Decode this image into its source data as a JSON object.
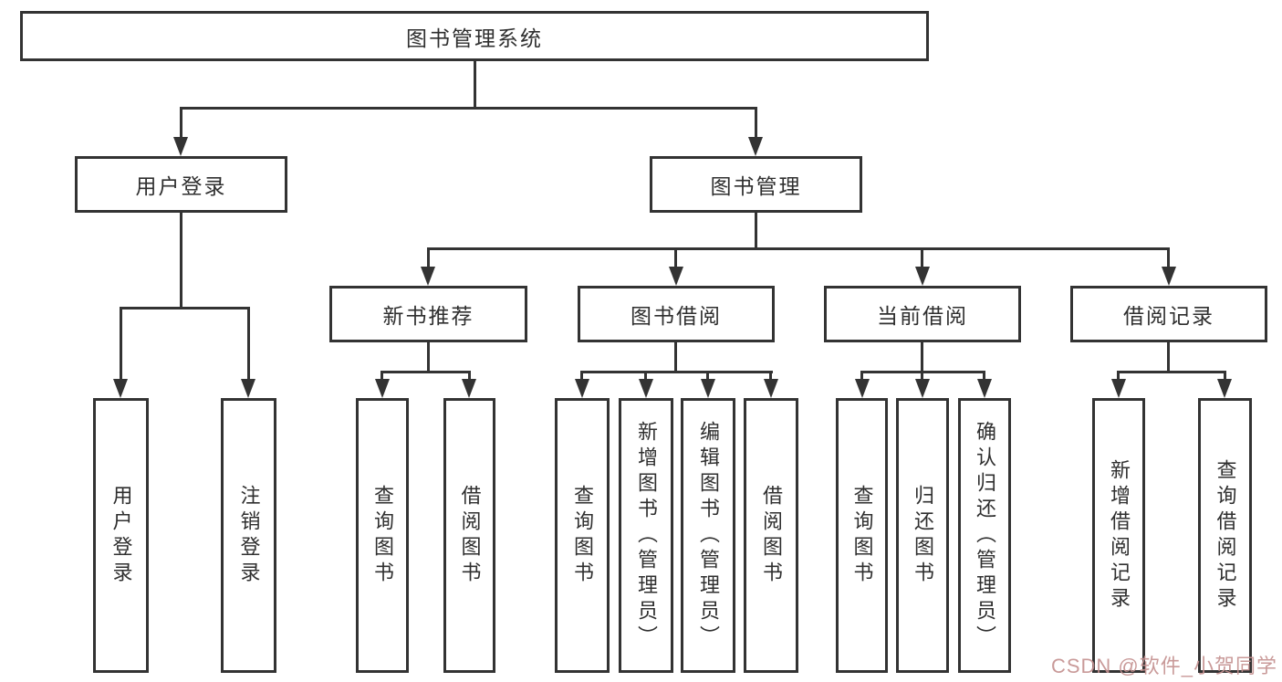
{
  "colors": {
    "line": "#333333",
    "box_border": "#333333",
    "box_background": "#ffffff",
    "text": "#2f2f2f",
    "watermark": "#c4908f",
    "page_background": "#ffffff"
  },
  "nodes": {
    "root": "图书管理系统",
    "level2": [
      "用户登录",
      "图书管理"
    ],
    "level3": [
      "新书推荐",
      "图书借阅",
      "当前借阅",
      "借阅记录"
    ],
    "leaves_user_login": [
      "用户登录",
      "注销登录"
    ],
    "leaves_new_books": [
      "查询图书",
      "借阅图书"
    ],
    "leaves_book_borrow": [
      "查询图书",
      "新增图书（管理员）",
      "编辑图书（管理员）",
      "借阅图书"
    ],
    "leaves_current_borrow": [
      "查询图书",
      "归还图书",
      "确认归还（管理员）"
    ],
    "leaves_borrow_records": [
      "新增借阅记录",
      "查询借阅记录"
    ]
  },
  "watermark": "CSDN @软件_小贺同学"
}
